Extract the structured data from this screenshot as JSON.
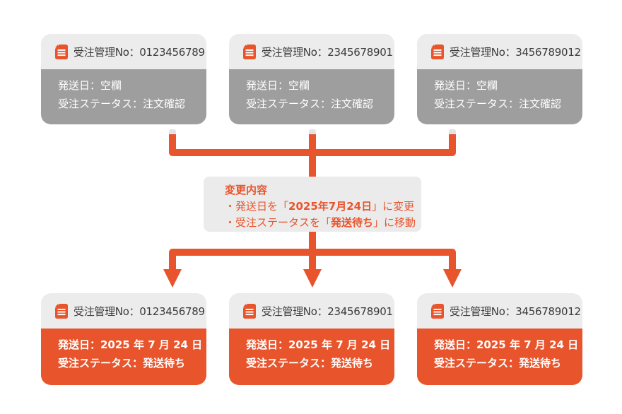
{
  "colors": {
    "accent_orange": "#E8542C",
    "card_header_bg": "#ECECEC",
    "before_body_bg": "#9E9E9E",
    "after_body_bg": "#E8542C",
    "info_box_bg": "#EBEBEB",
    "header_text": "#3B3B3B",
    "body_text": "#FFFFFF",
    "connector_cap": "#E3E3E3"
  },
  "before_cards": [
    {
      "icon": "document-icon",
      "order_no": "受注管理No：0123456789",
      "ship_date": "発送日：空欄",
      "status": "受注ステータス：注文確認"
    },
    {
      "icon": "document-icon",
      "order_no": "受注管理No：2345678901",
      "ship_date": "発送日：空欄",
      "status": "受注ステータス：注文確認"
    },
    {
      "icon": "document-icon",
      "order_no": "受注管理No：3456789012",
      "ship_date": "発送日：空欄",
      "status": "受注ステータス：注文確認"
    }
  ],
  "info_box": {
    "title": "変更内容",
    "items": [
      {
        "pre": "・発送日を「",
        "bold": "2025年7月24日",
        "post": "」に変更"
      },
      {
        "pre": "・受注ステータスを「",
        "bold": "発送待ち",
        "post": "」に移動"
      }
    ]
  },
  "after_cards": [
    {
      "icon": "document-icon",
      "order_no": "受注管理No：0123456789",
      "ship_date": "発送日：2025 年 7 月 24 日",
      "status": "受注ステータス：発送待ち"
    },
    {
      "icon": "document-icon",
      "order_no": "受注管理No：2345678901",
      "ship_date": "発送日：2025 年 7 月 24 日",
      "status": "受注ステータス：発送待ち"
    },
    {
      "icon": "document-icon",
      "order_no": "受注管理No：3456789012",
      "ship_date": "発送日：2025 年 7 月 24 日",
      "status": "受注ステータス：発送待ち"
    }
  ]
}
